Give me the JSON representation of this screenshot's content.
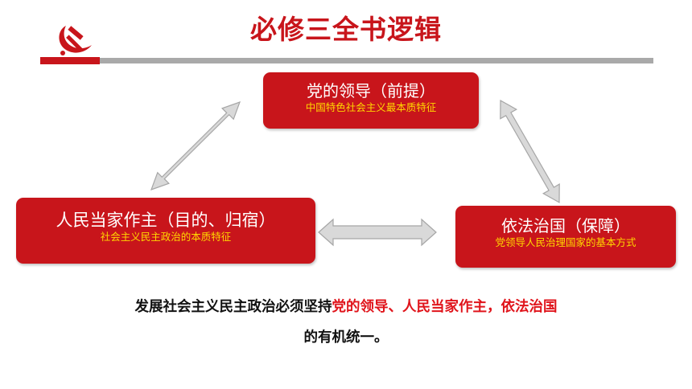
{
  "header": {
    "title": "必修三全书逻辑",
    "emblem_icon": "hammer-sickle-icon",
    "accent_color": "#c8151b",
    "bar_color": "#a9a9a9"
  },
  "nodes": {
    "top": {
      "title": "党的领导（前提）",
      "subtitle": "中国特色社会主义最本质特征"
    },
    "left": {
      "title": "人民当家作主（目的、归宿）",
      "subtitle": "社会主义民主政治的本质特征"
    },
    "right": {
      "title": "依法治国（保障）",
      "subtitle": "党领导人民治理国家的基本方式"
    }
  },
  "conclusion": {
    "line1_prefix": "发展社会主义民主政治必须坚持",
    "line1_highlight": "党的领导、人民当家作主，",
    "line1_suffix": "依法治国",
    "line2": "的有机统一。"
  },
  "colors": {
    "highlight": "#e0141b",
    "subtitle": "#ffd700",
    "arrow_fill": "#d9d9d9",
    "arrow_stroke": "#a6a6a6"
  }
}
